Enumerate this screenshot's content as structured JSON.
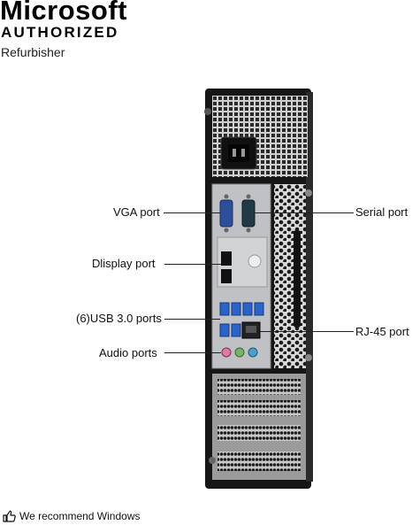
{
  "brand": {
    "microsoft": "Microsoft",
    "authorized": "AUTHORIZED",
    "refurbisher": "Refurbisher"
  },
  "callouts": {
    "vga": "VGA port",
    "display": "Dlisplay port",
    "usb": "(6)USB 3.0 ports",
    "audio": "Audio ports",
    "serial": "Serial port",
    "rj45": "RJ-45 port"
  },
  "footer": {
    "text": "We recommend Windows",
    "icon": "thumbs-up-icon"
  },
  "colors": {
    "chassis": "#1a1a1a",
    "panel": "#bfc1c4",
    "vga_blue": "#2d4f9a",
    "usb_blue": "#2a63c9",
    "audio_pink": "#e07aa0",
    "audio_green": "#7ab26a",
    "audio_blue": "#4aa0c8"
  }
}
